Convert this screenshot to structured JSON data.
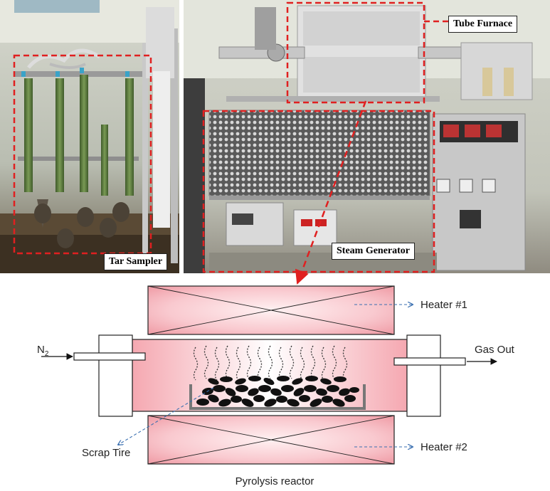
{
  "photos": {
    "left_label": "Tar Sampler",
    "right_label_top": "Tube Furnace",
    "right_label_bottom": "Steam Generator"
  },
  "diagram": {
    "heater_top": "Heater #1",
    "heater_bottom": "Heater #2",
    "inlet_label": "N",
    "inlet_subscript": "2",
    "outlet_label": "Gas Out",
    "sample_label": "Scrap Tire",
    "caption": "Pyrolysis reactor"
  },
  "colors": {
    "highlight_box": "#e02020",
    "heater_fill_edge": "#f2a9b0",
    "heater_fill_center": "#fde6e8",
    "tire_color": "#111111"
  }
}
